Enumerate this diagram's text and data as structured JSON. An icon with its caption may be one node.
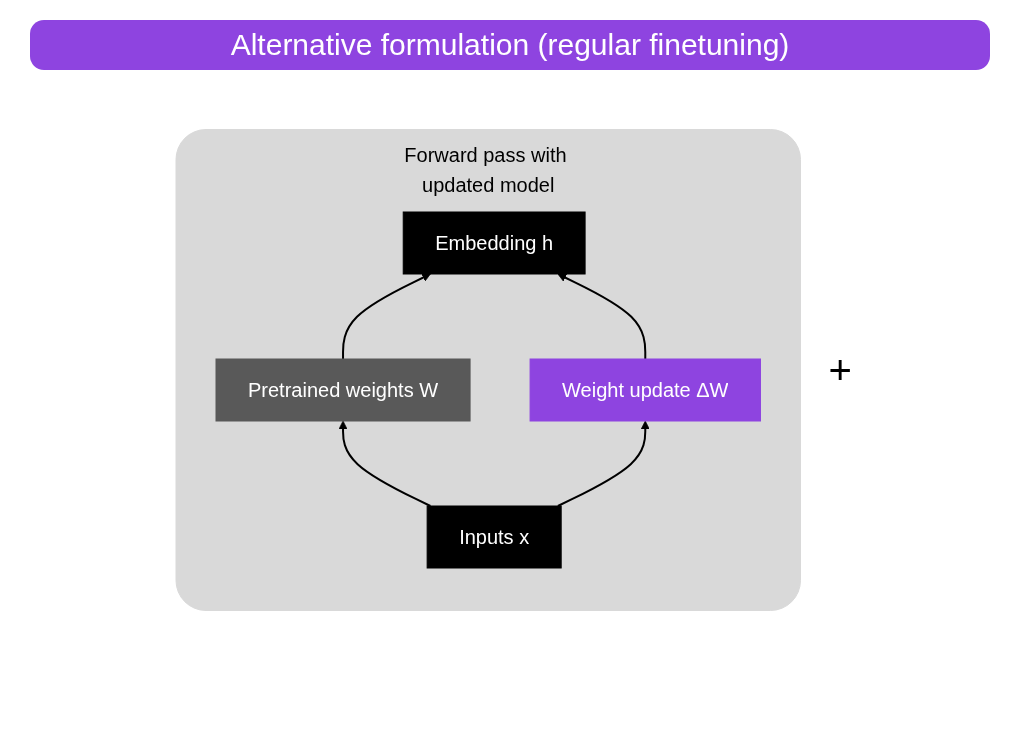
{
  "diagram": {
    "title": "Alternative formulation (regular finetuning)",
    "nodes": [
      {
        "text": [
          "Forward pass with updated model"
        ]
      },
      {
        "text": [
          "Embedding h"
        ],
        "in": 0
      },
      {
        "text": [
          "Pretrained weights W"
        ],
        "in": 0
      },
      {
        "text": [
          "Weight update ΔW"
        ],
        "in": 0
      },
      {
        "text": [
          "Inputs x"
        ],
        "in": 0
      }
    ],
    "edges": [
      {
        "from": 2,
        "to": 1,
        "arrow": "to"
      },
      {
        "from": 3,
        "to": 1,
        "arrow": "to"
      },
      {
        "from": 4,
        "to": 2,
        "arrow": "to"
      },
      {
        "from": 4,
        "to": 3,
        "arrow": "to"
      }
    ],
    "labels": [
      "+"
    ]
  }
}
